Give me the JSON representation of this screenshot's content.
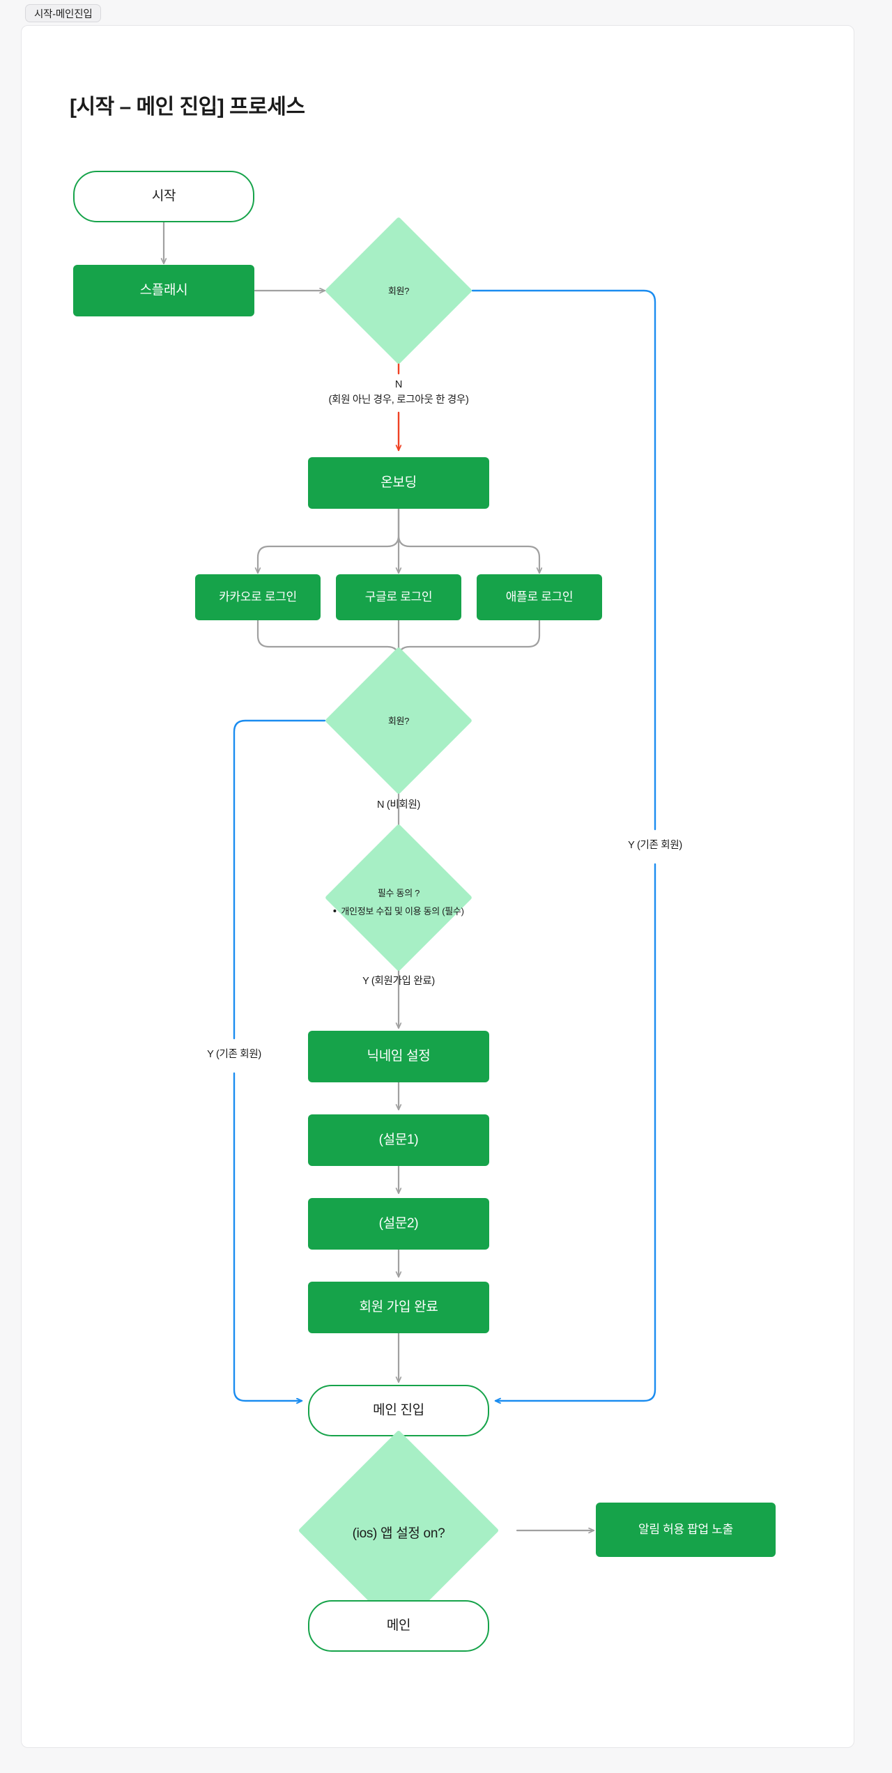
{
  "tab": {
    "label": "시작-메인진입"
  },
  "page": {
    "title": "[시작 – 메인 진입] 프로세스"
  },
  "colors": {
    "node_green": "#16a34a",
    "diamond_green": "#a7efc5",
    "arrow_gray": "#a0a0a0",
    "arrow_red": "#ef4123",
    "arrow_blue": "#1a8cf0",
    "card_white": "#ffffff",
    "page_bg": "#f7f7f8"
  },
  "nodes": {
    "start": {
      "label": "시작",
      "type": "terminal"
    },
    "splash": {
      "label": "스플래시",
      "type": "process"
    },
    "member_check_1": {
      "label": "회원?",
      "type": "decision"
    },
    "onboarding": {
      "label": "온보딩",
      "type": "process"
    },
    "login_kakao": {
      "label": "카카오로 로그인",
      "type": "process"
    },
    "login_google": {
      "label": "구글로 로그인",
      "type": "process"
    },
    "login_apple": {
      "label": "애플로 로그인",
      "type": "process"
    },
    "member_check_2": {
      "label": "회원?",
      "type": "decision"
    },
    "consent": {
      "label": "필수 동의 ?",
      "bullet": "개인정보 수집 및 이용 동의 (필수)",
      "type": "decision"
    },
    "nickname": {
      "label": "닉네임 설정",
      "type": "process"
    },
    "survey1": {
      "label": "(설문1)",
      "type": "process"
    },
    "survey2": {
      "label": "(설문2)",
      "type": "process"
    },
    "signup_done": {
      "label": "회원 가입 완료",
      "type": "process"
    },
    "main_entry": {
      "label": "메인 진입",
      "type": "terminal"
    },
    "ios_setting": {
      "label": "(ios) 앱 설정 on?",
      "type": "decision"
    },
    "push_popup": {
      "label": "알림 허용 팝업 노출",
      "type": "process"
    },
    "main": {
      "label": "메인",
      "type": "terminal"
    }
  },
  "edge_labels": {
    "not_member_n": "N",
    "not_member_detail": "(회원 아닌 경우, 로그아웃 한 경우)",
    "member_y_right": "Y (기존 회원)",
    "non_member_n": "N (비회원)",
    "signup_complete_y": "Y (회원가입 완료)",
    "member_y_left": "Y (기존 회원)"
  }
}
